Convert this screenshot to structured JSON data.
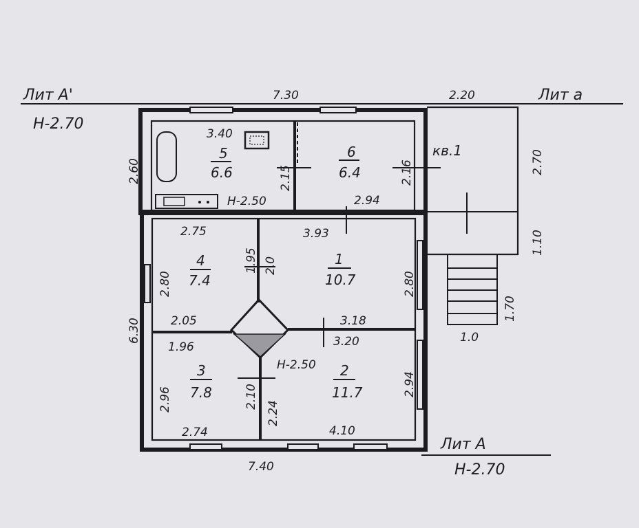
{
  "labels": {
    "lit_a_prime": "Лит А'",
    "lit_a_prime_h": "Н-2.70",
    "lit_a_small": "Лит а",
    "lit_a": "Лит А",
    "lit_a_h": "Н-2.70",
    "kv": "кв.1"
  },
  "dimensions": {
    "top_total": "7.30",
    "top_right": "2.20",
    "left_top": "2.60",
    "left_main": "6.30",
    "right_porch": "2.70",
    "right_porch_low": "1.10",
    "right_stair": "1.70",
    "stair_width": "1.0",
    "bottom_total": "7.40",
    "d_340": "3.40",
    "d_215": "2.15",
    "d_216": "2.16",
    "d_294_top": "2.94",
    "d_275": "2.75",
    "d_195": "1.95",
    "d_20": "2.0",
    "d_393": "3.93",
    "d_280_left": "2.80",
    "d_280_right": "2.80",
    "d_205": "2.05",
    "d_318": "3.18",
    "d_196": "1.96",
    "d_320": "3.20",
    "d_296": "2.96",
    "d_210": "2.10",
    "d_224": "2.24",
    "d_294_right": "2.94",
    "d_274": "2.74",
    "d_410": "4.10"
  },
  "heights": {
    "h_upper": "Н-2.50",
    "h_main": "Н-2.50"
  },
  "rooms": [
    {
      "num": "1",
      "area": "10.7"
    },
    {
      "num": "2",
      "area": "11.7"
    },
    {
      "num": "3",
      "area": "7.8"
    },
    {
      "num": "4",
      "area": "7.4"
    },
    {
      "num": "5",
      "area": "6.6"
    },
    {
      "num": "6",
      "area": "6.4"
    }
  ]
}
